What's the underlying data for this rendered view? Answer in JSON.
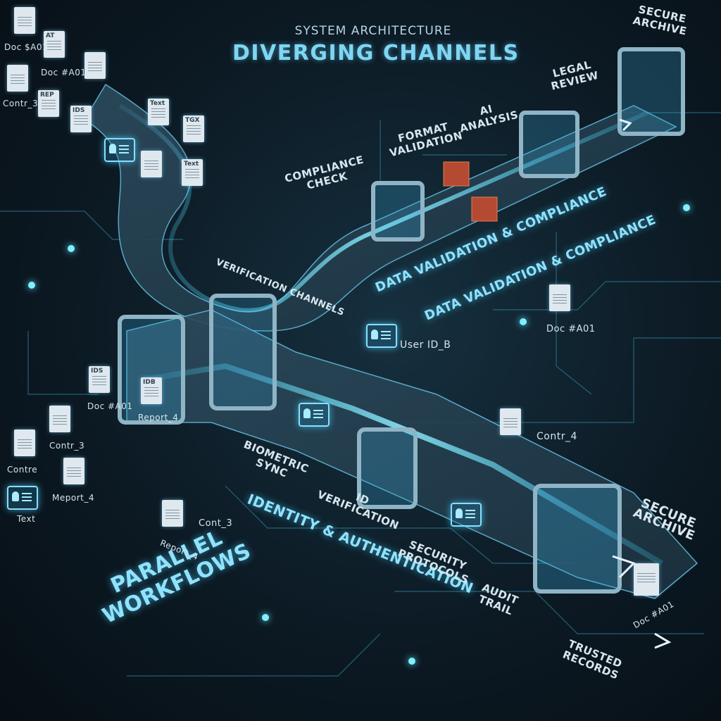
{
  "header": {
    "subtitle": "SYSTEM ARCHITECTURE",
    "title": "DIVERGING CHANNELS"
  },
  "upper_stages": {
    "compliance_check": "COMPLIANCE\nCHECK",
    "format_validation": "FORMAT\nVALIDATION",
    "ai_analysis": "AI\nANALYSIS",
    "legal_review": "LEGAL\nREVIEW",
    "secure_archive": "SECURE\nARCHIVE"
  },
  "channel_labels": {
    "data_validation_1": "DATA VALIDATION & COMPLIANCE",
    "data_validation_2": "DATA VALIDATION & COMPLIANCE",
    "verification_channels": "VERIFICATION CHANNELS",
    "identity_auth": "IDENTITY & AUTHENTICATION",
    "parallel_workflows": "PARALLEL\nWORKFLOWS"
  },
  "lower_stages": {
    "biometric_sync": "BIOMETRIC\nSYNC",
    "id_verification": "ID\nVERIFICATION",
    "security_protocols": "SECURITY\nPROTOCOLS",
    "audit_trail": "AUDIT\nTRAIL",
    "secure_archive": "SECURE\nARCHIVE",
    "trusted_records": "TRUSTED\nRECORDS"
  },
  "doc_labels": {
    "doc_sa01": "Doc $A01",
    "doc_a01_top": "Doc #A01",
    "contr_3_top": "Contr_3",
    "user_id_b": "User ID_B",
    "doc_a01_right": "Doc #A01",
    "contr_4": "Contr_4",
    "doc_a01_left": "Doc #A01",
    "contr_3_left": "Contr_3",
    "report_4_left": "Report_4",
    "contre": "Contre",
    "text_left": "Text",
    "meport_4": "Meport_4",
    "cont_3": "Cont_3",
    "report_4_bottom": "Report_4",
    "doc_a01_bottom": "Doc #A01"
  },
  "doc_icons": {
    "at": "AT",
    "rep": "REP",
    "ids": "IDS",
    "text1": "Text",
    "tgx": "TGX",
    "text2": "Text",
    "ids2": "IDS",
    "idb": "IDB"
  },
  "colors": {
    "accent": "#7fd6f2",
    "glow": "#5fe0ff",
    "background": "#0c1a24"
  }
}
